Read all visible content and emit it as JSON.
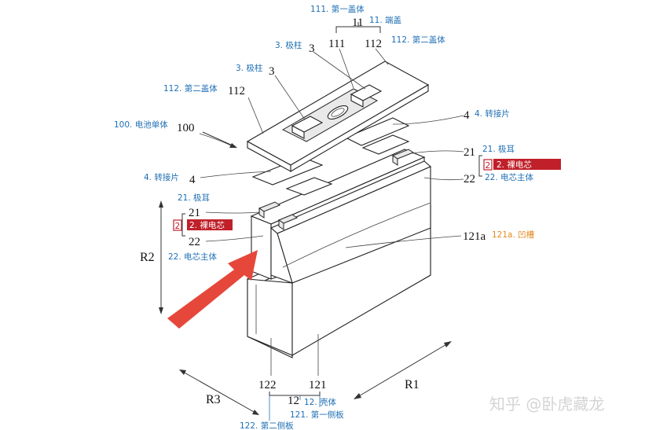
{
  "labels": {
    "l111": "111. 第一盖体",
    "l11": "11. 端盖",
    "l112a": "112. 第二盖体",
    "l3a": "3. 极柱",
    "l3b": "3. 极柱",
    "l112b": "112. 第二盖体",
    "l100": "100. 电池单体",
    "l4a": "4. 转接片",
    "l4b": "4. 转接片",
    "l21a": "21. 极耳",
    "l2a": "2. 裸电芯",
    "l22a": "22. 电芯主体",
    "l21b": "21. 极耳",
    "l2b": "2. 裸电芯",
    "l22b": "22. 电芯主体",
    "l121a": "121a. 凹槽",
    "l12": "12. 壳体",
    "l121": "121. 第一侧板",
    "l122": "122. 第二侧板"
  },
  "numbers": {
    "n11": "11",
    "n111": "111",
    "n112a": "112",
    "n3a": "3",
    "n3b": "3",
    "n112b": "112",
    "n100": "100",
    "n4a": "4",
    "n4b": "4",
    "n21a": "21",
    "n22a": "22",
    "n21b": "21",
    "n22b": "22",
    "n121a": "121a",
    "n122": "122",
    "n121": "121",
    "n12": "12",
    "nR1": "R1",
    "nR2": "R2",
    "nR3": "R3",
    "n2a": "2",
    "n2b": "2"
  },
  "watermark": "知乎 @卧虎藏龙",
  "colors": {
    "label_blue": "#1f6fb5",
    "highlight_red": "#c0202a",
    "groove_orange": "#e08a1e",
    "arrow_red": "#e5483a"
  }
}
